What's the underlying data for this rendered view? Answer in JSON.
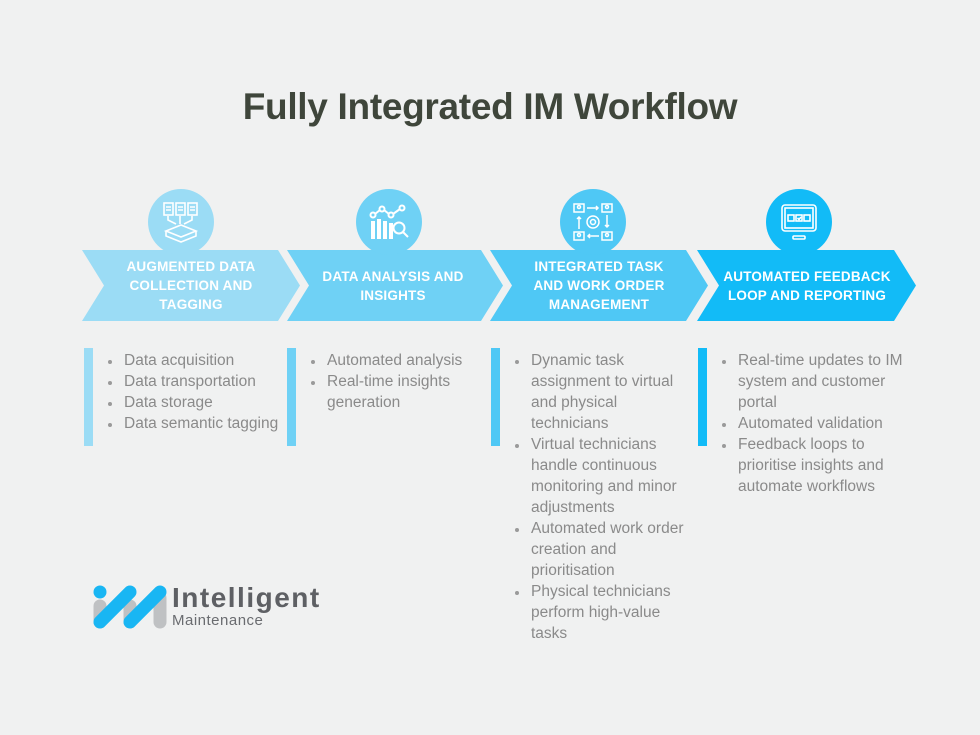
{
  "title": "Fully Integrated IM Workflow",
  "colors": {
    "background": "#f0f1f1",
    "title": "#3f463b",
    "step1": "#9bdcf5",
    "step2": "#6fd1f5",
    "step3": "#4fc8f5",
    "step4": "#12bbf7",
    "bullet_text": "#8a8a8a"
  },
  "steps": [
    {
      "label": "AUGMENTED DATA COLLECTION AND TAGGING",
      "icon": "data-collection-icon",
      "bullets": [
        "Data acquisition",
        "Data transportation",
        "Data storage",
        "Data semantic tagging"
      ]
    },
    {
      "label": "DATA ANALYSIS AND INSIGHTS",
      "icon": "analytics-chart-icon",
      "bullets": [
        "Automated analysis",
        "Real-time insights generation"
      ]
    },
    {
      "label": "INTEGRATED TASK AND WORK ORDER MANAGEMENT",
      "icon": "workflow-gear-icon",
      "bullets": [
        "Dynamic task assignment to virtual and physical technicians",
        "Virtual technicians handle continuous monitoring and minor adjustments",
        "Automated work order creation and prioritisation",
        "Physical technicians perform high-value tasks"
      ]
    },
    {
      "label": "AUTOMATED FEEDBACK LOOP AND REPORTING",
      "icon": "monitor-checklist-icon",
      "bullets": [
        "Real-time updates to IM system and customer portal",
        "Automated validation",
        "Feedback loops to prioritise insights and automate workflows"
      ]
    }
  ],
  "logo": {
    "word": "Intelligent",
    "sub": "Maintenance"
  }
}
